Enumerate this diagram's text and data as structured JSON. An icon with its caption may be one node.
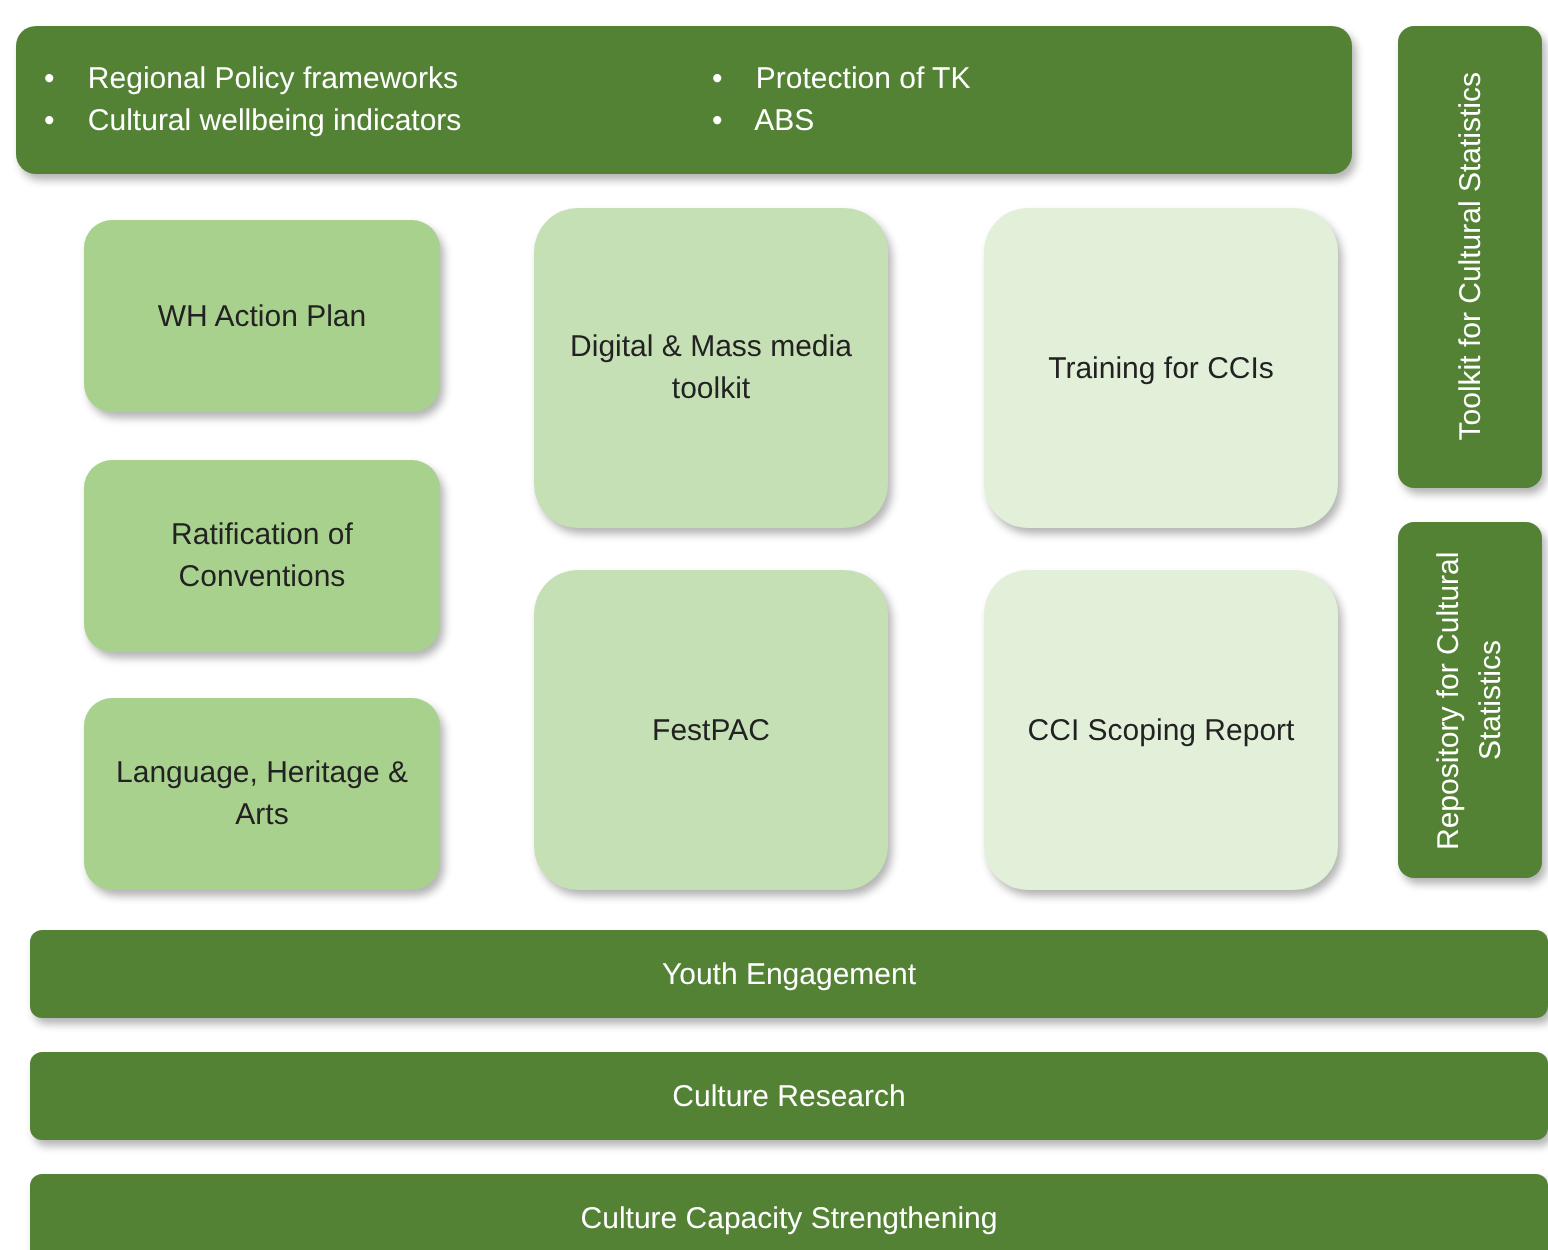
{
  "diagram": {
    "nodes": [
      {
        "text": [
          "•    Regional Policy frameworks",
          "•    Cultural wellbeing indicators",
          "•    Protection of TK",
          "•    ABS"
        ]
      },
      {
        "text": [
          "WH Action Plan"
        ]
      },
      {
        "text": [
          "Ratification of Conventions"
        ]
      },
      {
        "text": [
          "Language, Heritage & Arts"
        ]
      },
      {
        "text": [
          "Digital & Mass media toolkit"
        ]
      },
      {
        "text": [
          "FestPAC"
        ]
      },
      {
        "text": [
          "Training for CCIs"
        ]
      },
      {
        "text": [
          "CCI Scoping Report"
        ]
      },
      {
        "text": [
          "Toolkit for Cultural Statistics"
        ]
      },
      {
        "text": [
          "Repository for Cultural Statistics"
        ]
      },
      {
        "text": [
          "Youth Engagement"
        ]
      },
      {
        "text": [
          "Culture Research"
        ]
      },
      {
        "text": [
          "Culture Capacity Strengthening"
        ]
      }
    ],
    "edges": []
  }
}
